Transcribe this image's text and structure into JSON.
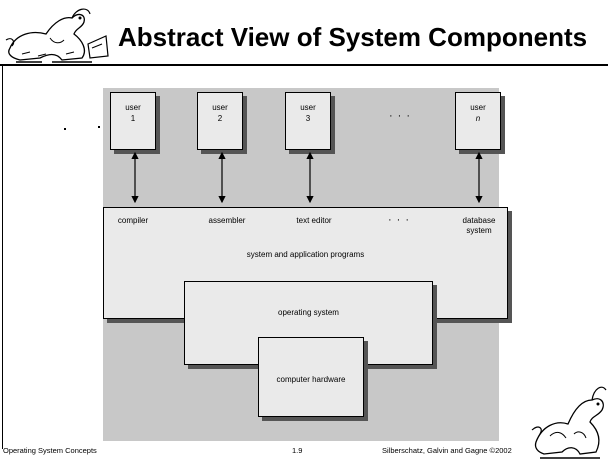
{
  "slide": {
    "title": "Abstract View of System Components",
    "footer_left": "Operating System Concepts",
    "footer_center": "1.9",
    "footer_right": "Silberschatz, Galvin and  Gagne ©2002"
  },
  "diagram": {
    "users": [
      {
        "word": "user",
        "id": "1"
      },
      {
        "word": "user",
        "id": "2"
      },
      {
        "word": "user",
        "id": "3"
      },
      {
        "word": "user",
        "id": "n"
      }
    ],
    "ellipsis": "· · ·",
    "programs": [
      "compiler",
      "assembler",
      "text editor",
      "database system"
    ],
    "programs_layer": "system and application programs",
    "os_layer": "operating system",
    "hardware_layer": "computer hardware"
  }
}
